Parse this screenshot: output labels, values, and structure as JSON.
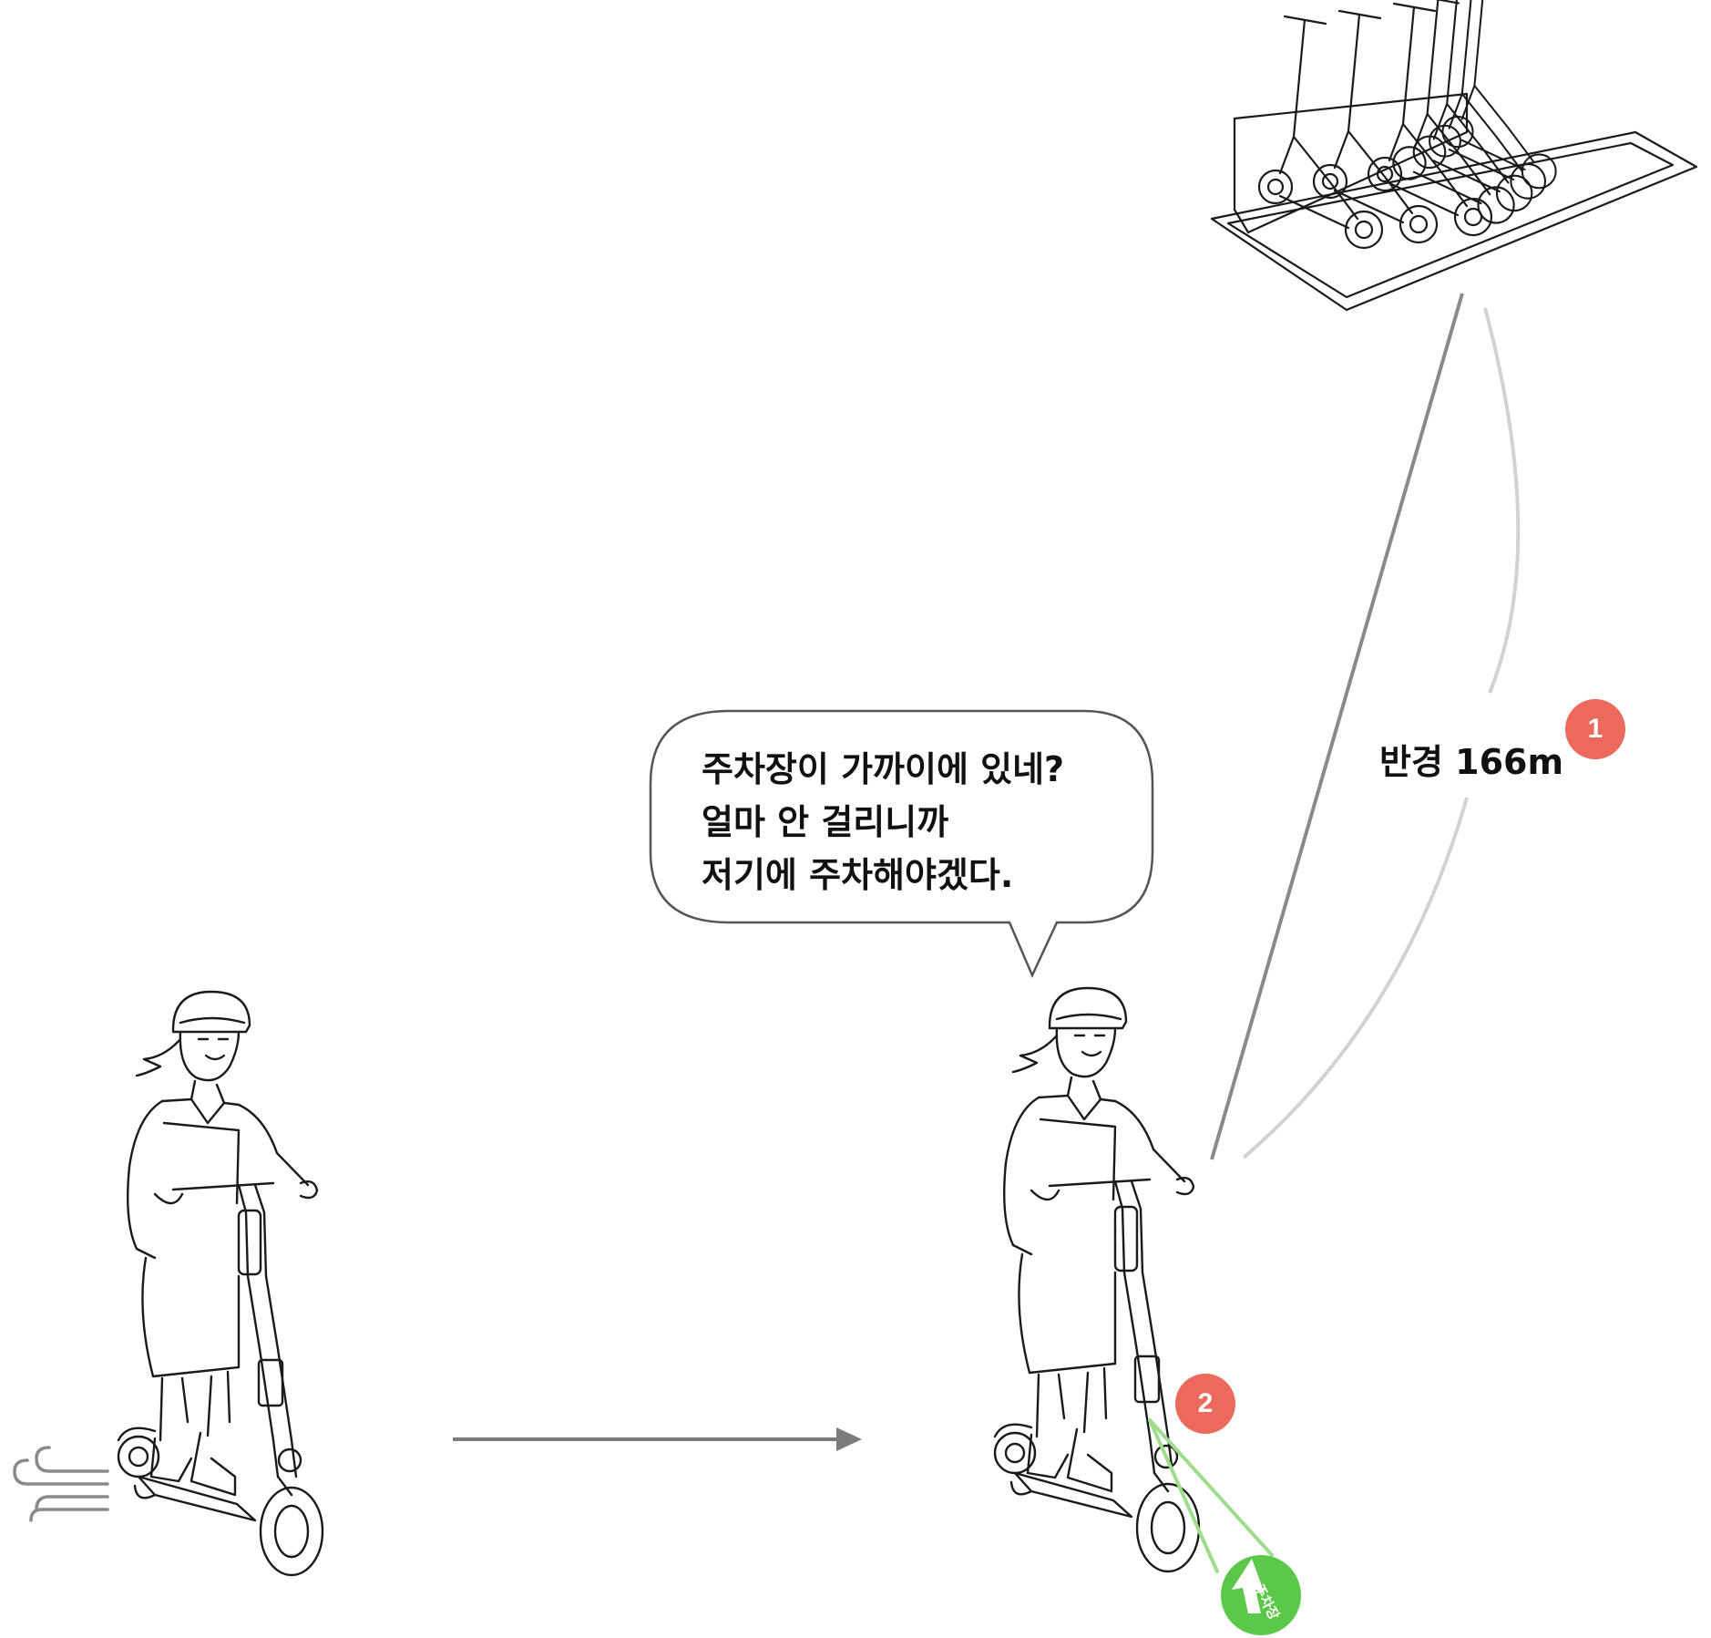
{
  "speech_bubble": {
    "lines": [
      "주차장이 가까이에 있네?",
      "얼마 안 걸리니까",
      "저기에 주차해야겠다."
    ]
  },
  "radius_label": "반경 166m",
  "markers": [
    {
      "label": "1"
    },
    {
      "label": "2"
    }
  ],
  "parking_pin_label": "주차장",
  "colors": {
    "badge": "#ec6a5c",
    "pin": "#5cc84a",
    "pin_cone": "#9fdc8c",
    "line_dark": "#8a8a8a",
    "line_light": "#d0d0d0",
    "arrow": "#7b7b7b",
    "sketch": "#1a1a1a"
  },
  "icons": [
    "scooter-rider-icon",
    "scooter-rack-icon",
    "wind-icon",
    "parking-pin-icon"
  ]
}
